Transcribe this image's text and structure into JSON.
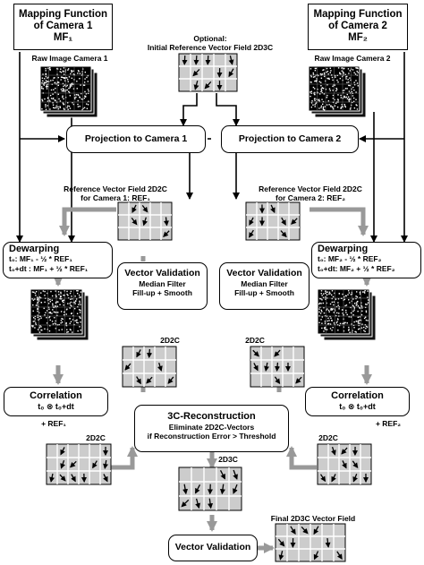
{
  "camera1": {
    "title_line1": "Mapping Function",
    "title_line2": "of Camera 1",
    "mf": "MF₁",
    "raw_label": "Raw Image Camera 1"
  },
  "camera2": {
    "title_line1": "Mapping Function",
    "title_line2": "of Camera 2",
    "mf": "MF₂",
    "raw_label": "Raw Image Camera 2"
  },
  "optional": {
    "line1": "Optional:",
    "line2": "Initial Reference Vector Field 2D3C"
  },
  "projection1": "Projection to Camera 1",
  "projection2": "Projection to Camera 2",
  "ref1": {
    "line1": "Reference Vector Field 2D2C",
    "line2": "for Camera 1: REF₁"
  },
  "ref2": {
    "line1": "Reference Vector Field 2D2C",
    "line2": "for Camera 2: REF₂"
  },
  "dewarp1": {
    "title": "Dewarping",
    "line1": "t₀:     MF₁ - ½ * REF₁",
    "line2": "t₀+dt : MF₁ + ½ * REF₁"
  },
  "dewarp2": {
    "title": "Dewarping",
    "line1": "t₀:    MF₂ - ½ * REF₂",
    "line2": "t₀+dt: MF₂ + ½ * REF₂"
  },
  "validation": {
    "title": "Vector Validation",
    "line1": "Median Filter",
    "line2": "Fill-up + Smooth"
  },
  "label_2d2c": "2D2C",
  "label_2d3c": "2D3C",
  "correlation1": {
    "title": "Correlation",
    "expr": "t₀  ⊗  t₀+dt",
    "ref": "+ REF₁"
  },
  "correlation2": {
    "title": "Correlation",
    "expr": "t₀  ⊗  t₀+dt",
    "ref": "+ REF₂"
  },
  "reconstruction": {
    "title": "3C-Reconstruction",
    "line1": "Eliminate 2D2C-Vectors",
    "line2": "if Reconstruction Error > Threshold"
  },
  "final_label": "Final 2D3C Vector Field",
  "final_validation": "Vector Validation"
}
